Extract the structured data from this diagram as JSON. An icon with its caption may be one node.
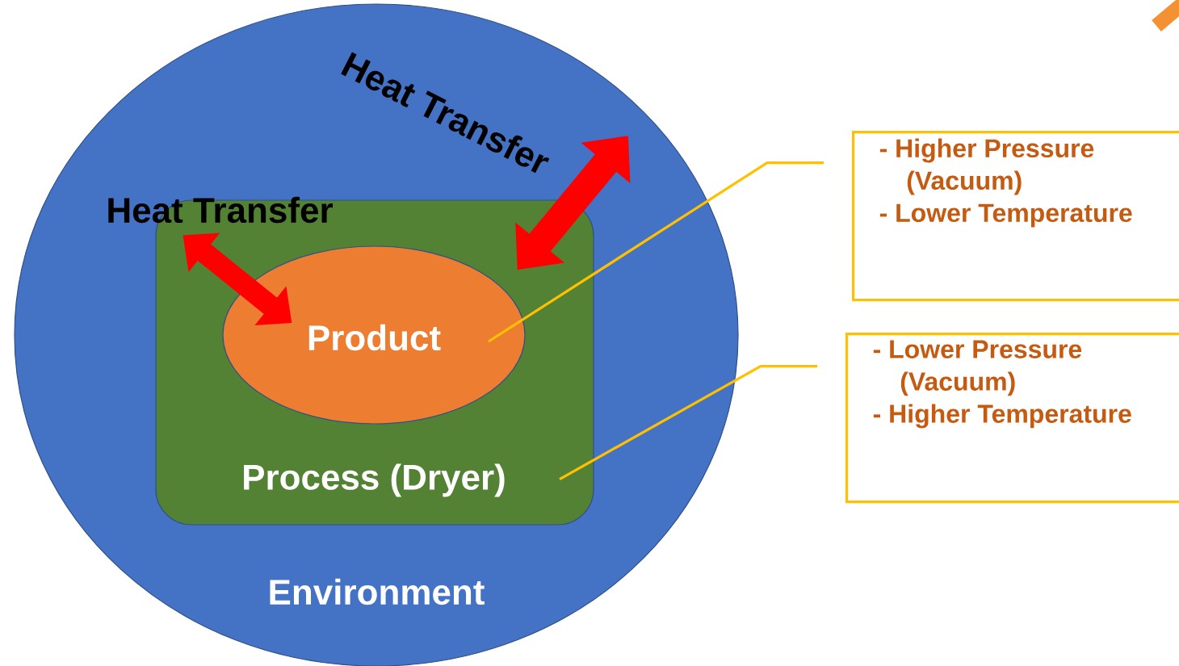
{
  "diagram": {
    "nodes": [
      {
        "text": [
          "Environment"
        ]
      },
      {
        "text": [
          "Process (Dryer)"
        ],
        "in": 0
      },
      {
        "text": [
          "Product"
        ],
        "in": 1
      },
      {
        "text": [
          "- Higher Pressure (Vacuum)",
          "- Lower Temperature"
        ]
      },
      {
        "text": [
          "- Lower Pressure (Vacuum)",
          "- Higher Temperature"
        ]
      }
    ],
    "edges": [
      {
        "from": 1,
        "to": 0,
        "arrow": "both",
        "label": "Heat Transfer",
        "style": "thick",
        "color": "#ff0000"
      },
      {
        "from": 2,
        "to": 1,
        "arrow": "both",
        "label": "Heat Transfer",
        "style": "thick",
        "color": "#ff0000"
      },
      {
        "from": 3,
        "to": 2,
        "arrow": "none",
        "color": "#ffc000"
      },
      {
        "from": 4,
        "to": 1,
        "arrow": "none",
        "color": "#ffc000"
      }
    ]
  }
}
